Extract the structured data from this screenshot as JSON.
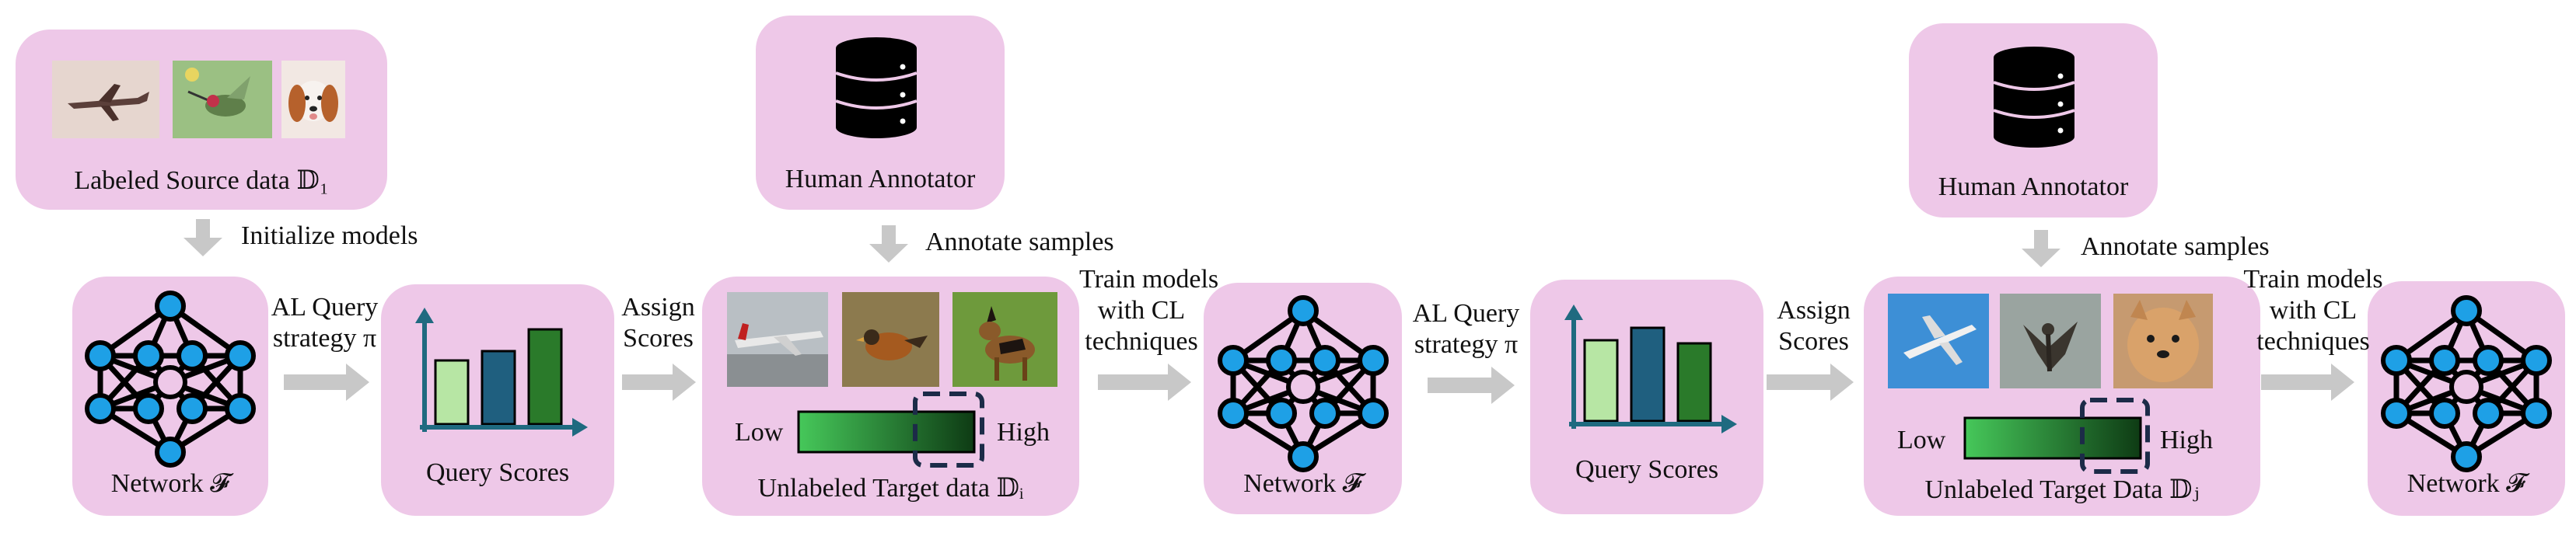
{
  "colors": {
    "box_fill": "#eec8e8",
    "arrow_gray": "#c8c8c8",
    "node_blue": "#1ea0e6",
    "bar_light": "#b7e6a4",
    "bar_teal": "#1f5f7f",
    "bar_green": "#2a7a2a",
    "axis_teal": "#1f6a80",
    "gradient_start": "#46c85a",
    "gradient_end": "#0e3b14"
  },
  "labels": {
    "labeled_source": "Labeled Source data 𝔻₁",
    "human_annotator_1": "Human Annotator",
    "human_annotator_2": "Human Annotator",
    "network_1": "Network 𝓕",
    "network_2": "Network 𝓕",
    "network_3": "Network 𝓕",
    "query_scores_1": "Query Scores",
    "query_scores_2": "Query Scores",
    "unlabeled_target_1": "Unlabeled Target data 𝔻ᵢ",
    "unlabeled_target_2": "Unlabeled Target Data 𝔻ⱼ",
    "low_1": "Low",
    "high_1": "High",
    "low_2": "Low",
    "high_2": "High"
  },
  "edges": {
    "initialize_models": "Initialize models",
    "annotate_samples_1": "Annotate samples",
    "annotate_samples_2": "Annotate samples",
    "al_query_1_line1": "AL Query",
    "al_query_1_line2": "strategy π",
    "al_query_2_line1": "AL Query",
    "al_query_2_line2": "strategy π",
    "assign_1_line1": "Assign",
    "assign_1_line2": "Scores",
    "assign_2_line1": "Assign",
    "assign_2_line2": "Scores",
    "train_1_line1": "Train models",
    "train_1_line2": "with CL",
    "train_1_line3": "techniques",
    "train_2_line1": "Train models",
    "train_2_line2": "with CL",
    "train_2_line3": "techniques"
  },
  "icons": {
    "source_images": [
      "airplane-image",
      "hummingbird-image",
      "puppy-image"
    ],
    "target_images_1": [
      "airplane-on-ground-image",
      "bird-on-ground-image",
      "german-shepherd-image"
    ],
    "target_images_2": [
      "airplane-in-sky-image",
      "cormorant-image",
      "fluffy-dog-image"
    ],
    "annotator": "database-icon",
    "network": "neural-network-icon",
    "scores": "bar-chart-icon"
  }
}
